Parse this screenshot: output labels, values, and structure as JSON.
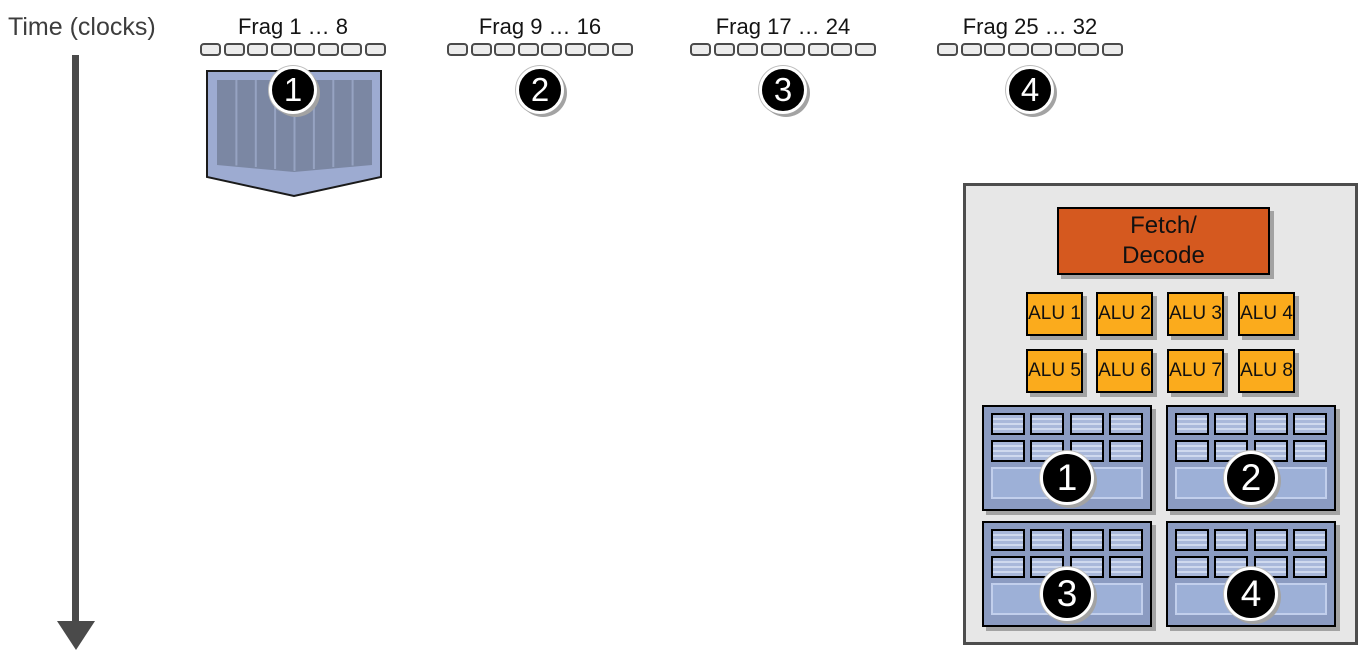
{
  "time_axis": {
    "label": "Time (clocks)"
  },
  "frag_groups": [
    {
      "label": "Frag 1 … 8",
      "badge": "1",
      "slot_count": 8,
      "has_shader_shape": true
    },
    {
      "label": "Frag 9 … 16",
      "badge": "2",
      "slot_count": 8,
      "has_shader_shape": false
    },
    {
      "label": "Frag 17 … 24",
      "badge": "3",
      "slot_count": 8,
      "has_shader_shape": false
    },
    {
      "label": "Frag 25 … 32",
      "badge": "4",
      "slot_count": 8,
      "has_shader_shape": false
    }
  ],
  "core": {
    "fetch_decode": {
      "line1": "Fetch/",
      "line2": "Decode"
    },
    "alus": [
      "ALU 1",
      "ALU 2",
      "ALU 3",
      "ALU 4",
      "ALU 5",
      "ALU 6",
      "ALU 7",
      "ALU 8"
    ],
    "contexts": [
      {
        "badge": "1",
        "cell_count": 8
      },
      {
        "badge": "2",
        "cell_count": 8
      },
      {
        "badge": "3",
        "cell_count": 8
      },
      {
        "badge": "4",
        "cell_count": 8
      }
    ]
  },
  "colors": {
    "fetch_decode_fill": "#d5591f",
    "alu_fill": "#fbab1c",
    "context_fill": "#8b9bc1",
    "context_cell_fill": "#a9b8da",
    "context_cell_stripe": "#cfd9ee",
    "context_pool_fill": "#9db0d7",
    "shader_outer_fill": "#9dabd1",
    "shader_inner_fill": "#7b87a3",
    "panel_bg": "#e7e7e7",
    "panel_border": "#4d4d4d",
    "badge_fill": "#000000",
    "badge_text": "#ffffff",
    "slot_fill": "#ececec",
    "slot_border": "#4a4a4a",
    "axis_color": "#4a4a4a"
  }
}
